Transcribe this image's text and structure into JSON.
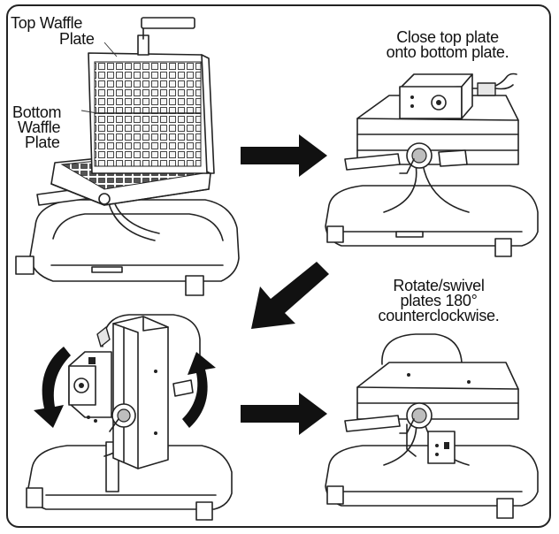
{
  "labels": {
    "top_plate_line1": "Top Waffle",
    "top_plate_line2": "Plate",
    "bottom_plate_line1": "Bottom",
    "bottom_plate_line2": "Waffle",
    "bottom_plate_line3": "Plate",
    "step2_line1": "Close top plate",
    "step2_line2": "onto bottom plate.",
    "step3_line1": "Rotate/swivel",
    "step3_line2": "plates 180°",
    "step3_line3": "counterclockwise."
  },
  "colors": {
    "ink": "#222222",
    "arrow": "#111111",
    "background": "#ffffff"
  },
  "icons": [
    "right-arrow",
    "diagonal-down-left-arrow",
    "right-arrow",
    "rotate-ccw-arrow"
  ]
}
